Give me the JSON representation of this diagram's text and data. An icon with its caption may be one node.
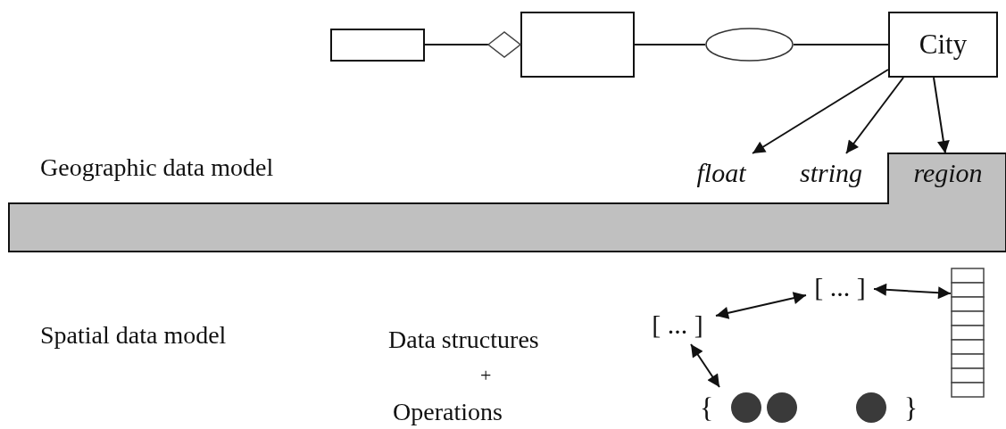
{
  "diagram": {
    "nodes": [
      {
        "text": [],
        "shape": "box"
      },
      {
        "text": [],
        "shape": "box"
      },
      {
        "text": [],
        "shape": "ellipse"
      },
      {
        "text": [
          "City"
        ]
      },
      {
        "text": [
          "float"
        ]
      },
      {
        "text": [
          "string"
        ]
      },
      {
        "text": [
          "region"
        ]
      },
      {
        "text": [
          "[ ... ]"
        ]
      },
      {
        "text": [
          "[ ... ]"
        ]
      },
      {
        "text": [],
        "shape": "box"
      },
      {
        "text": [
          "{",
          "}"
        ]
      }
    ],
    "edges": [
      {
        "from": 0,
        "to": 1,
        "arrow": "other"
      },
      {
        "from": 1,
        "to": 2,
        "arrow": "none"
      },
      {
        "from": 2,
        "to": 3,
        "arrow": "none"
      },
      {
        "from": 3,
        "to": 4,
        "arrow": "to"
      },
      {
        "from": 3,
        "to": 5,
        "arrow": "to"
      },
      {
        "from": 3,
        "to": 6,
        "arrow": "to"
      },
      {
        "from": 7,
        "to": 8,
        "arrow": "both"
      },
      {
        "from": 8,
        "to": 9,
        "arrow": "both"
      },
      {
        "from": 7,
        "to": 10,
        "arrow": "both"
      }
    ],
    "labels": [
      "Geographic data model",
      "Spatial data model",
      "Data structures",
      "+",
      "Operations"
    ]
  }
}
